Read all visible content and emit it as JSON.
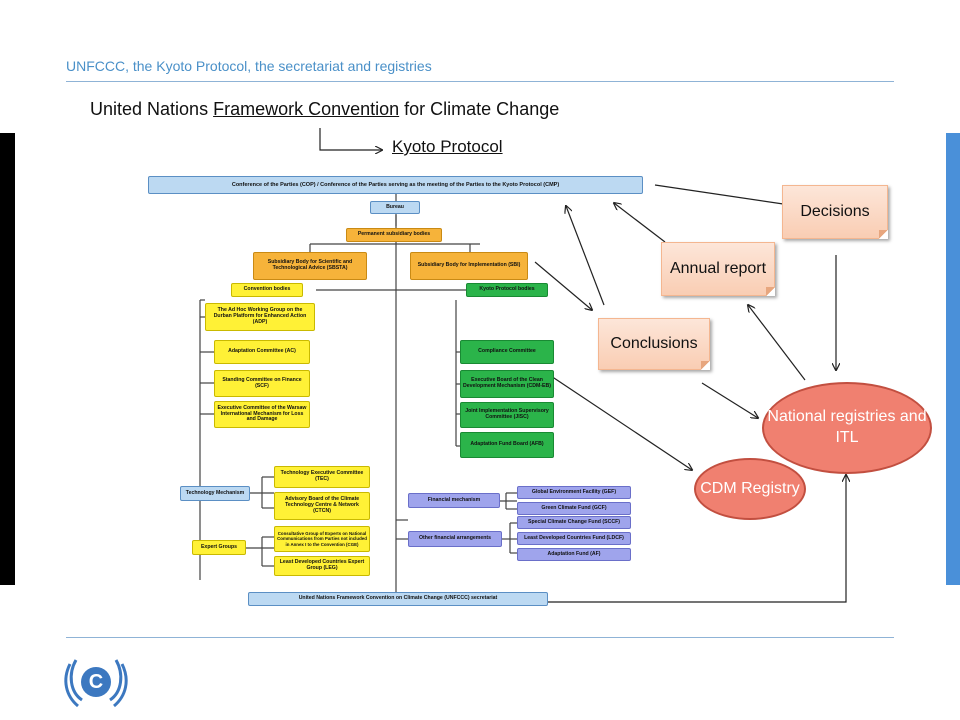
{
  "header": "UNFCCC, the Kyoto Protocol, the secretariat and registries",
  "title": {
    "pre": "United Nations ",
    "underlined": "Framework Convention",
    "post": " for Climate Change"
  },
  "kyoto": "Kyoto Protocol",
  "org": {
    "cop": "Conference of the Parties (COP) /  Conference of the Parties serving as the meeting of the Parties to the Kyoto Protocol (CMP)",
    "bureau": "Bureau",
    "permanent": "Permanent subsidiary bodies",
    "sbsta": "Subsidiary Body for Scientific and Technological Advice (SBSTA)",
    "sbi": "Subsidiary Body for Implementation (SBI)",
    "convention_bodies": "Convention bodies",
    "kyoto_bodies": "Kyoto Protocol bodies",
    "adp": "The Ad Hoc Working Group on the Durban Platform for Enhanced Action (ADP)",
    "ac": "Adaptation Committee (AC)",
    "scf": "Standing Committee on Finance (SCF)",
    "warsaw": "Executive Committee of the Warsaw International Mechanism for Loss and Damage",
    "compliance": "Compliance Committee",
    "cdm_eb": "Executive Board of the Clean Development Mechanism (CDM-EB)",
    "jisc": "Joint Implementation Supervisory Committee (JISC)",
    "afb": "Adaptation Fund Board (AFB)",
    "tech_mech": "Technology Mechanism",
    "tec": "Technology Executive Committee (TEC)",
    "ctcn": "Advisory Board of the Climate Technology Centre & Network (CTCN)",
    "expert_groups": "Expert Groups",
    "cge": "Consultative Group of Experts on National Communications from Parties not included in Annex I to the Convention (CGE)",
    "leg": "Least Developed Countries Expert Group (LEG)",
    "fin_mech": "Financial mechanism",
    "gef": "Global Environment Facility (GEF)",
    "gcf": "Green Climate Fund (GCF)",
    "other_fin": "Other financial arrangements",
    "sccf": "Special Climate Change Fund (SCCF)",
    "ldcf": "Least Developed Countries Fund (LDCF)",
    "af": "Adaptation Fund (AF)",
    "secretariat": "United Nations Framework Convention on Climate Change (UNFCCC) secretariat"
  },
  "notes": {
    "decisions": "Decisions",
    "annual_report": "Annual report",
    "conclusions": "Conclusions"
  },
  "ellipses": {
    "national": "National registries and ITL",
    "cdm": "CDM Registry"
  },
  "colors": {
    "header_blue": "#4a90c8",
    "note_fill": "#fbd7c2",
    "ellipse_fill": "#f08070",
    "right_bar": "#4a90d9"
  }
}
